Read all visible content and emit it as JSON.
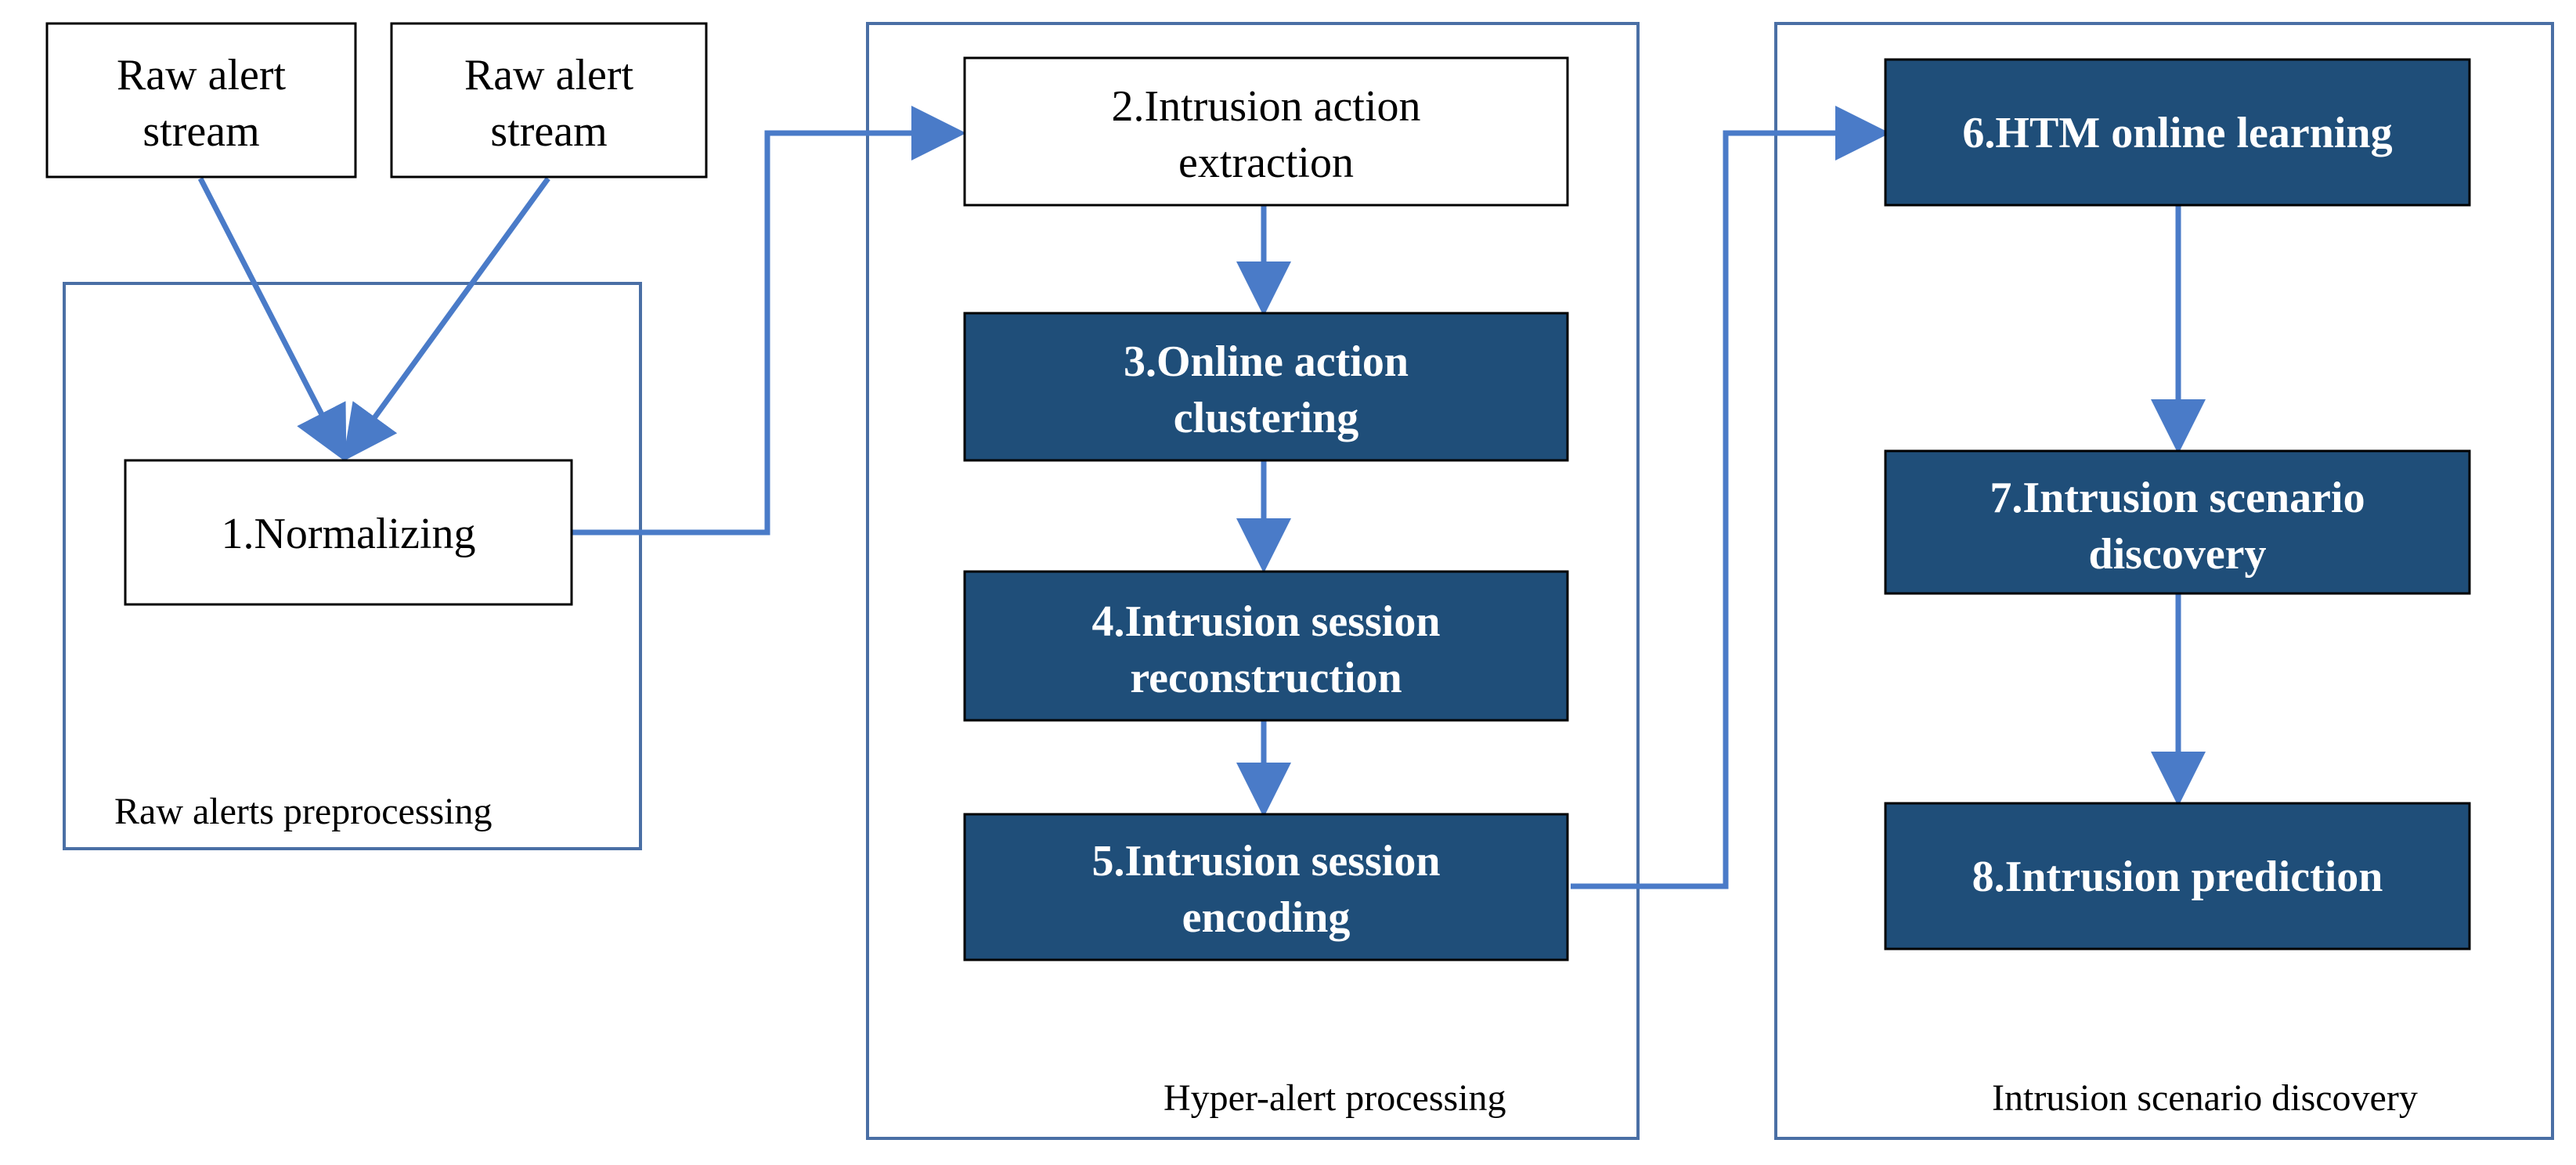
{
  "colors": {
    "dark_box": "#1f4e79",
    "arrow": "#4a7bc8",
    "frame": "#4a6fa5"
  },
  "groups": {
    "preprocessing": {
      "label": "Raw alerts preprocessing"
    },
    "hyper_alert": {
      "label": "Hyper-alert processing"
    },
    "scenario": {
      "label": "Intrusion scenario discovery"
    }
  },
  "nodes": {
    "raw_stream_1": {
      "lines": [
        "Raw alert",
        "stream"
      ]
    },
    "raw_stream_2": {
      "lines": [
        "Raw alert",
        "stream"
      ]
    },
    "normalizing": {
      "lines": [
        "1.Normalizing"
      ]
    },
    "action_extraction": {
      "lines": [
        "2.Intrusion action",
        "extraction"
      ]
    },
    "action_clustering": {
      "lines": [
        "3.Online action",
        "clustering"
      ]
    },
    "session_reconstruction": {
      "lines": [
        "4.Intrusion session",
        "reconstruction"
      ]
    },
    "session_encoding": {
      "lines": [
        "5.Intrusion session",
        "encoding"
      ]
    },
    "htm_learning": {
      "lines": [
        "6.HTM online learning"
      ]
    },
    "scenario_discovery": {
      "lines": [
        "7.Intrusion scenario",
        "discovery"
      ]
    },
    "prediction": {
      "lines": [
        "8.Intrusion prediction"
      ]
    }
  }
}
